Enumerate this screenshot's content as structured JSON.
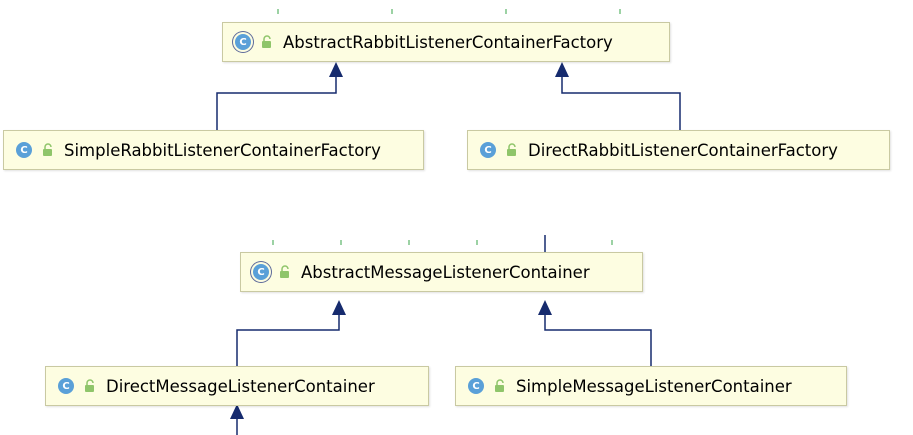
{
  "diagram": {
    "type": "uml-class-hierarchy",
    "edge_color": "#162b6e",
    "badge_color": "#5aa0d8",
    "node_fill": "#fdfde1",
    "visibility_icon": "unlock-icon",
    "nodes": [
      {
        "id": "n1",
        "label": "AbstractRabbitListenerContainerFactory",
        "badge": "C",
        "abstract": true
      },
      {
        "id": "n2",
        "label": "SimpleRabbitListenerContainerFactory",
        "badge": "C",
        "abstract": false
      },
      {
        "id": "n3",
        "label": "DirectRabbitListenerContainerFactory",
        "badge": "C",
        "abstract": false
      },
      {
        "id": "n4",
        "label": "AbstractMessageListenerContainer",
        "badge": "C",
        "abstract": true
      },
      {
        "id": "n5",
        "label": "DirectMessageListenerContainer",
        "badge": "C",
        "abstract": false
      },
      {
        "id": "n6",
        "label": "SimpleMessageListenerContainer",
        "badge": "C",
        "abstract": false
      }
    ],
    "edges": [
      {
        "from": "n2",
        "to": "n1",
        "kind": "extends"
      },
      {
        "from": "n3",
        "to": "n1",
        "kind": "extends"
      },
      {
        "from": "n5",
        "to": "n4",
        "kind": "extends"
      },
      {
        "from": "n6",
        "to": "n4",
        "kind": "extends"
      }
    ]
  }
}
